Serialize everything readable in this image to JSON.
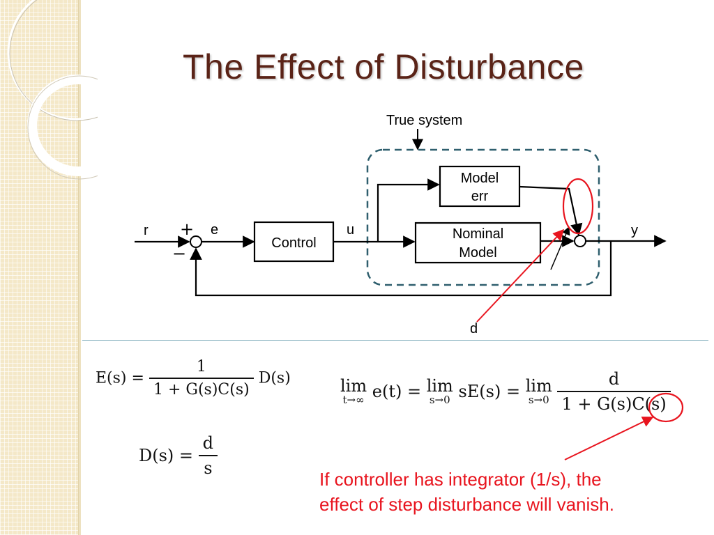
{
  "title": "The Effect of Disturbance",
  "diagram": {
    "true_system_label": "True system",
    "model_err_line1": "Model",
    "model_err_line2": "err",
    "nominal_line1": "Nominal",
    "nominal_line2": "Model",
    "control_label": "Control",
    "signal_r": "r",
    "signal_e": "e",
    "signal_u": "u",
    "signal_y": "y",
    "signal_d": "d",
    "plus_sign": "+",
    "minus_sign": "−"
  },
  "equations": {
    "e_lhs": "E(s) =",
    "e_num": "1",
    "e_den": "1 + G(s)C(s)",
    "e_rhs": "D(s)",
    "d_lhs": "D(s) =",
    "d_num": "d",
    "d_den": "s",
    "lim_op": "lim",
    "lim1_sub": "t→∞",
    "lim1_expr": "e(t) =",
    "lim2_sub": "s→0",
    "lim2_expr": "sE(s) =",
    "lim3_sub": "s→0",
    "lim3_num": "d",
    "lim3_den": "1 + G(s)C(s)"
  },
  "note": {
    "line1": "If controller has integrator (1/s), the",
    "line2": "effect of step disturbance will vanish."
  },
  "colors": {
    "title": "#5a2317",
    "accent_red": "#e8141e",
    "dashed_box": "#2f5f6e",
    "side_panel": "#f4e8c8"
  }
}
